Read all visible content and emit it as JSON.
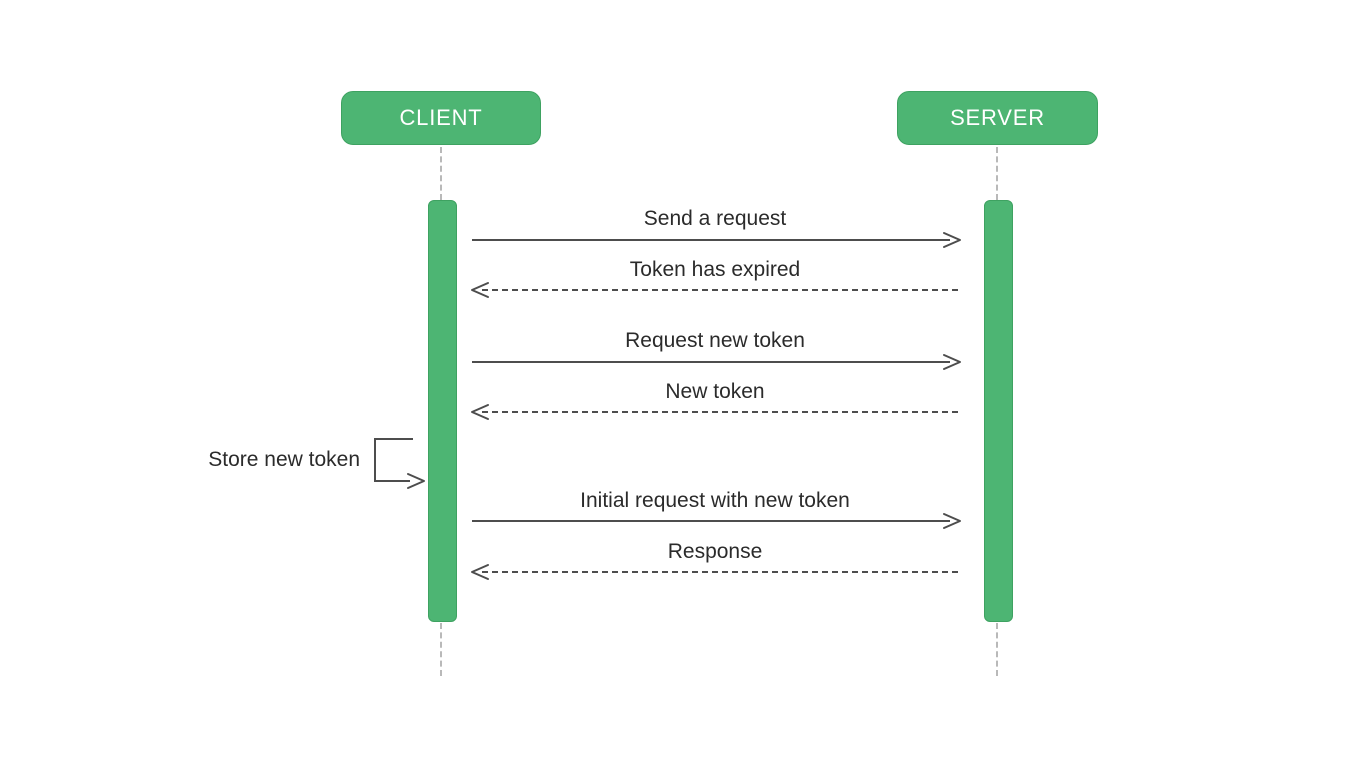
{
  "diagram": {
    "type": "sequence-diagram",
    "actors": [
      {
        "id": "client",
        "label": "CLIENT"
      },
      {
        "id": "server",
        "label": "SERVER"
      }
    ],
    "messages": [
      {
        "label": "Send a request",
        "from": "client",
        "to": "server",
        "line": "solid",
        "direction": "right"
      },
      {
        "label": "Token has expired",
        "from": "server",
        "to": "client",
        "line": "dashed",
        "direction": "left"
      },
      {
        "label": "Request new token",
        "from": "client",
        "to": "server",
        "line": "solid",
        "direction": "right"
      },
      {
        "label": "New token",
        "from": "server",
        "to": "client",
        "line": "dashed",
        "direction": "left"
      },
      {
        "label": "Store new token",
        "from": "client",
        "to": "client",
        "line": "solid",
        "direction": "self"
      },
      {
        "label": "Initial request with new token",
        "from": "client",
        "to": "server",
        "line": "solid",
        "direction": "right"
      },
      {
        "label": "Response",
        "from": "server",
        "to": "client",
        "line": "dashed",
        "direction": "left"
      }
    ],
    "colors": {
      "actor_fill": "#4db573",
      "actor_border": "#3ea261",
      "actor_text": "#ffffff",
      "arrow": "#4d4d4d",
      "lifeline": "#b9b9b9",
      "label_text": "#2b2b2b",
      "bg": "#ffffff"
    }
  }
}
